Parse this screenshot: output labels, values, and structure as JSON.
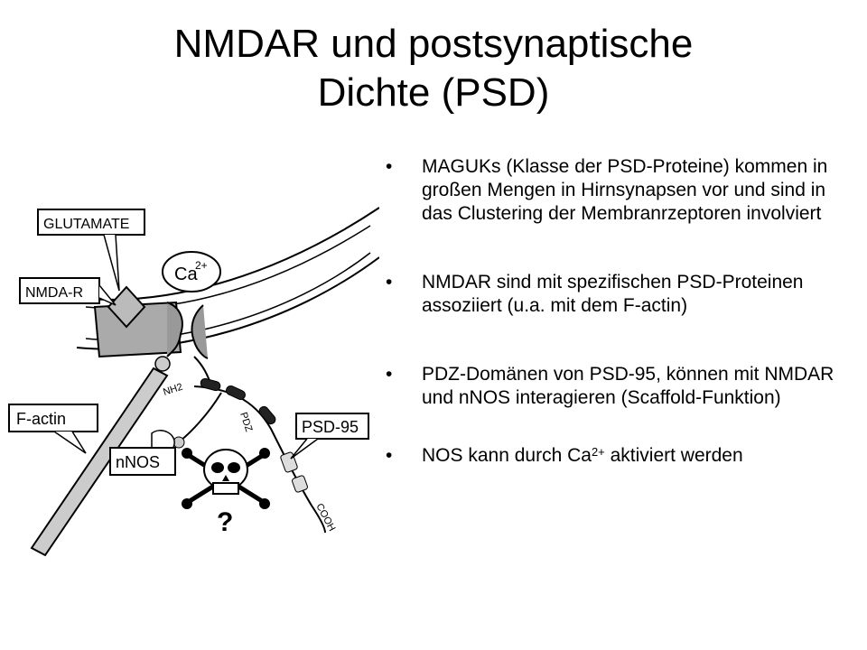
{
  "slide": {
    "title_line1": "NMDAR und postsynaptische",
    "title_line2": "Dichte (PSD)"
  },
  "bullets": {
    "marker": "•",
    "b1": "MAGUKs (Klasse der PSD-Proteine) kommen in großen Mengen in Hirnsynapsen vor und sind in das Clustering der Membranrzeptoren involviert",
    "b2": "NMDAR sind mit spezifischen PSD-Proteinen assoziiert (u.a. mit dem F-actin)",
    "b3": "PDZ-Domänen von PSD-95, können mit NMDAR und nNOS interagieren (Scaffold-Funktion)",
    "b4_prefix": "NOS kann durch Ca",
    "b4_sup": "2+",
    "b4_suffix": " aktiviert werden"
  },
  "figure": {
    "glutamate": "GLUTAMATE",
    "nmda_r": "NMDA-R",
    "ca": "Ca",
    "ca_sup": "2+",
    "f_actin": "F-actin",
    "nnos": "nNOS",
    "psd95": "PSD-95",
    "nh2": "NH2",
    "pdz": "PDZ",
    "cooh": "COOH",
    "question": "?"
  }
}
